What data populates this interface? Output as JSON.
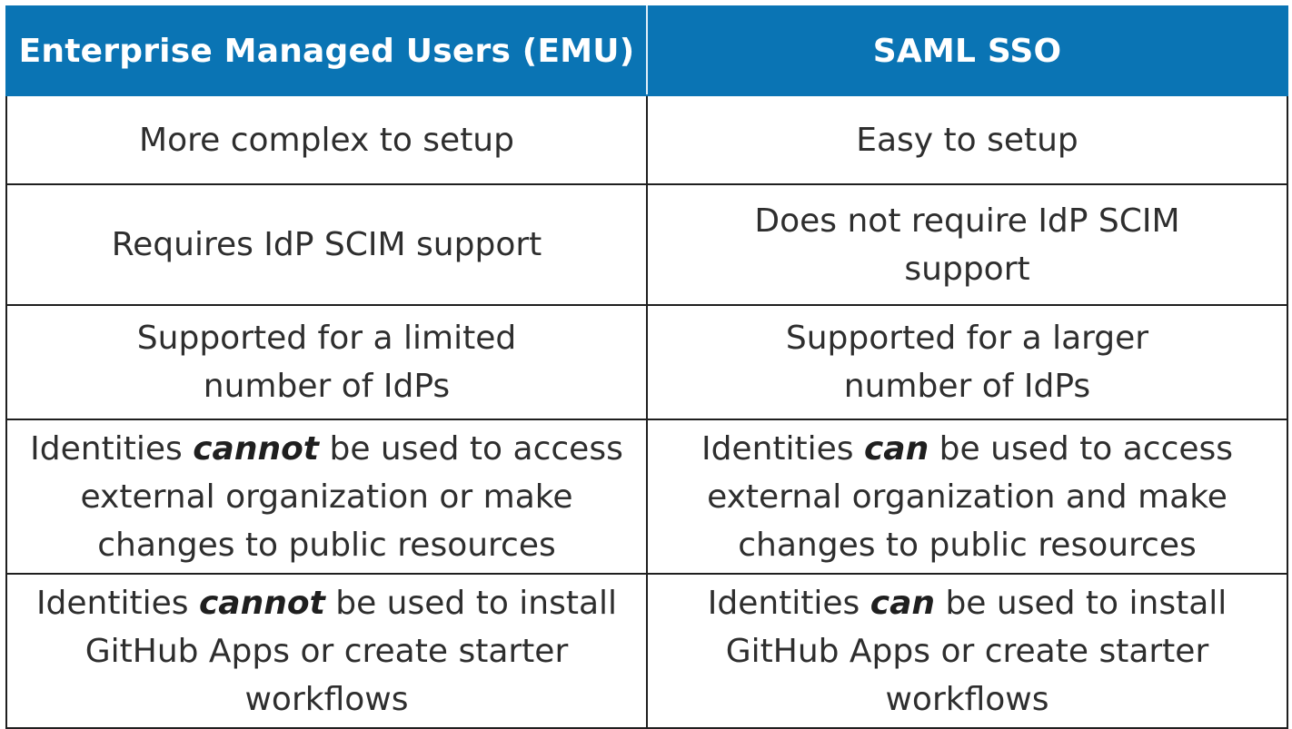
{
  "table": {
    "headers": [
      "Enterprise Managed Users (EMU)",
      "SAML SSO"
    ],
    "rows": [
      {
        "emu": {
          "text": "More complex to setup"
        },
        "saml": {
          "text": "Easy to setup"
        }
      },
      {
        "emu": {
          "text": "Requires IdP SCIM support"
        },
        "saml": {
          "text": "Does not require IdP SCIM support"
        }
      },
      {
        "emu": {
          "text": "Supported for a limited number of IdPs"
        },
        "saml": {
          "text": "Supported for a larger number of IdPs"
        }
      },
      {
        "emu": {
          "pre": "Identities ",
          "emphasis": "cannot",
          "post": " be used to access external organization or make changes to public resources"
        },
        "saml": {
          "pre": "Identities ",
          "emphasis": "can",
          "post": " be used to access external organization and make changes to public resources"
        }
      },
      {
        "emu": {
          "pre": "Identities ",
          "emphasis": "cannot",
          "post": " be used to install GitHub Apps or create starter workflows"
        },
        "saml": {
          "pre": "Identities ",
          "emphasis": "can",
          "post": " be used to install GitHub Apps or create starter workflows"
        }
      }
    ]
  },
  "colors": {
    "header_background": "#0a74b4",
    "header_text": "#ffffff",
    "border": "#1f1f1f",
    "body_text": "#2e2e2e"
  }
}
